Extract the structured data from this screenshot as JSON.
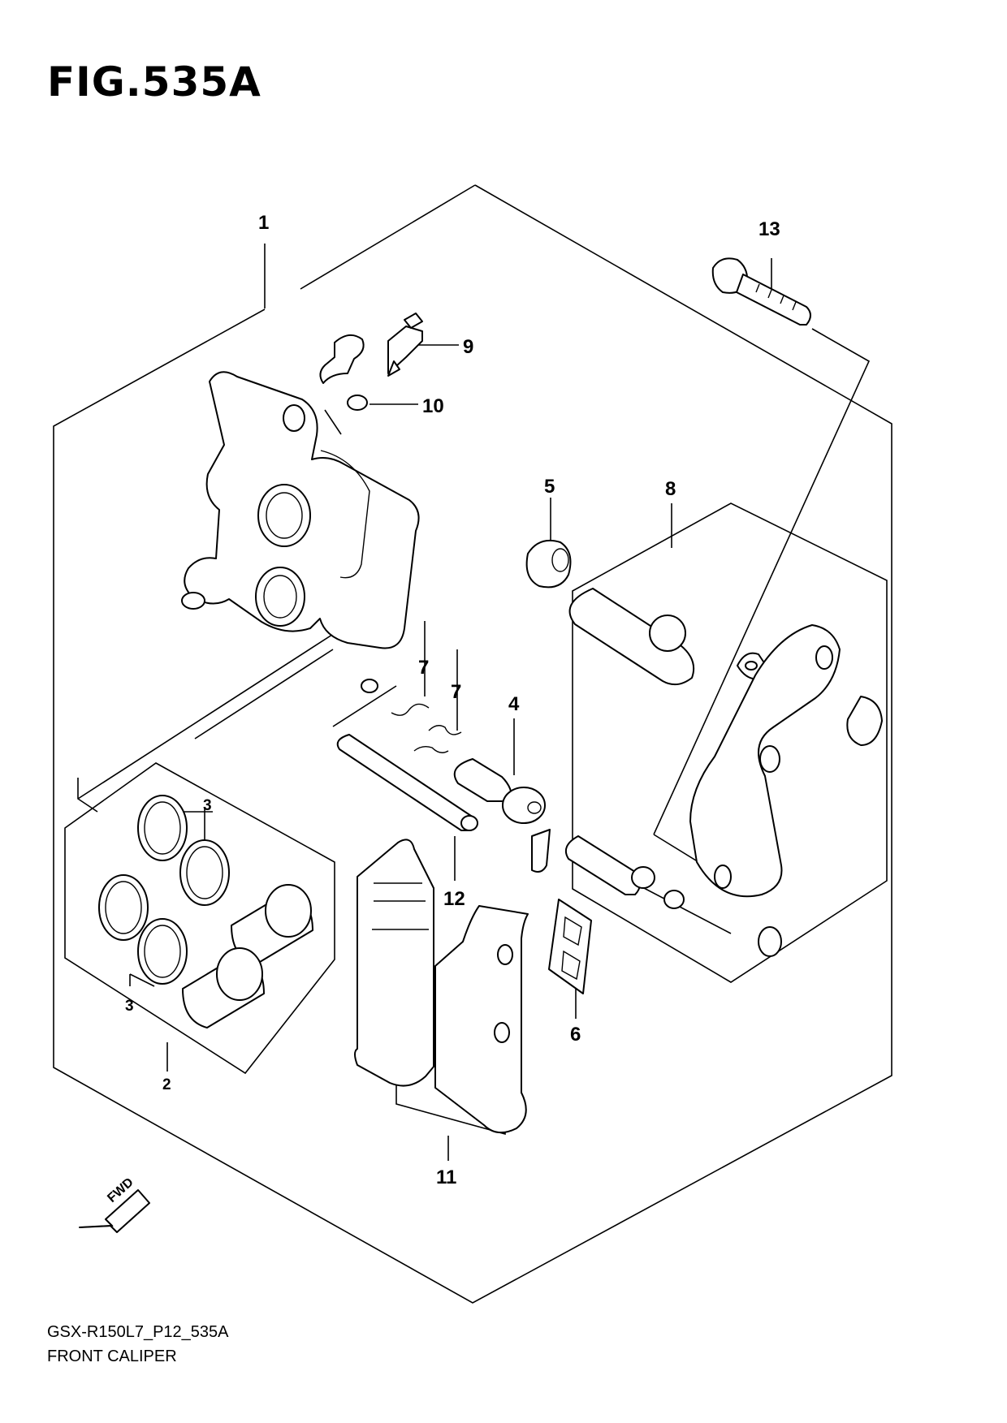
{
  "figure": {
    "title": "FIG.535A",
    "model_code": "GSX-R150L7_P12_535A",
    "name": "FRONT CALIPER"
  },
  "direction_marker": {
    "label": "FWD",
    "icon": "arrow-left-down-icon"
  },
  "callouts": [
    {
      "id": "1",
      "label": "1"
    },
    {
      "id": "2",
      "label": "2"
    },
    {
      "id": "3a",
      "label": "3"
    },
    {
      "id": "3b",
      "label": "3"
    },
    {
      "id": "4",
      "label": "4"
    },
    {
      "id": "5",
      "label": "5"
    },
    {
      "id": "6",
      "label": "6"
    },
    {
      "id": "7a",
      "label": "7"
    },
    {
      "id": "7b",
      "label": "7"
    },
    {
      "id": "8",
      "label": "8"
    },
    {
      "id": "9",
      "label": "9"
    },
    {
      "id": "10",
      "label": "10"
    },
    {
      "id": "11",
      "label": "11"
    },
    {
      "id": "12",
      "label": "12"
    },
    {
      "id": "13",
      "label": "13"
    }
  ]
}
